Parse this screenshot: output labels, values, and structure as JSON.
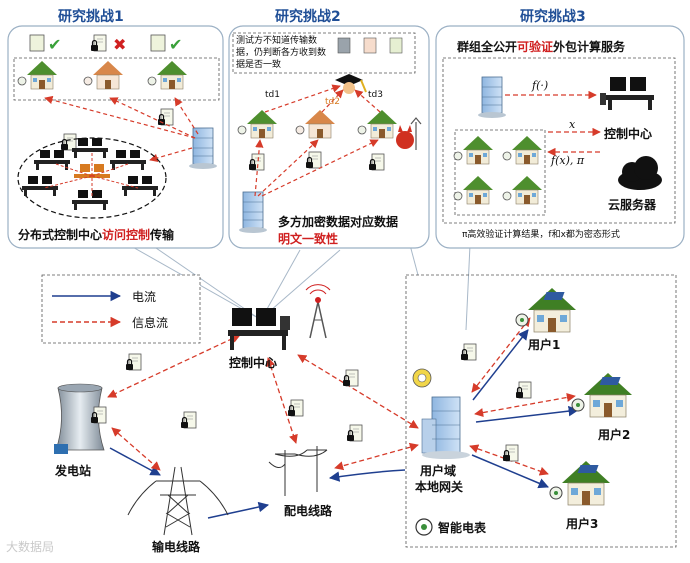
{
  "challenges": [
    {
      "title": "研究挑战1",
      "caption_pre": "分布式控制中心",
      "caption_hl": "访问控制",
      "caption_post": "传输"
    },
    {
      "title": "研究挑战2",
      "note": "测试方不知道传输数据，仍判断各方收到数据是否一致",
      "td1": "td1",
      "td2": "td2",
      "td3": "td3",
      "caption_line1": "多方加密数据对应数据",
      "caption_line2": "明文一致性"
    },
    {
      "title": "研究挑战3",
      "header_pre": "群组全公开",
      "header_hl": "可验证",
      "header_post": "外包计算服务",
      "fx_label": "f(·)",
      "x_label": "x",
      "fxpi_label": "f(x), π",
      "control_center": "控制中心",
      "cloud_server": "云服务器",
      "footnote": "π高效验证计算结果，f和x都为密态形式"
    }
  ],
  "legend": {
    "current": "电流",
    "info_flow": "信息流"
  },
  "nodes": {
    "control_center": "控制中心",
    "power_plant": "发电站",
    "transmission_line": "输电线路",
    "distribution_line": "配电线路",
    "user_domain_line1": "用户域",
    "user_domain_line2": "本地网关",
    "smart_meter": "智能电表",
    "user1": "用户1",
    "user2": "用户2",
    "user3": "用户3"
  },
  "watermark": "大数据局",
  "colors": {
    "title_blue": "#1f4e96",
    "highlight_red": "#d02020",
    "arrow_blue": "#1f3f8f",
    "arrow_red": "#d63b2a",
    "panel_border": "#9bb0c4",
    "callout_border": "#a8b8c8"
  }
}
